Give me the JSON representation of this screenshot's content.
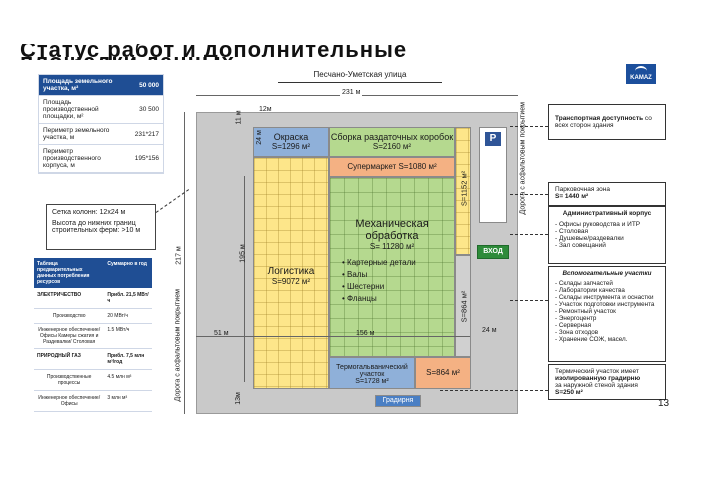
{
  "header": {
    "title_fragment": "Статус работ и дополнительные площадки данных"
  },
  "logo": {
    "text": "KAMAZ"
  },
  "street": {
    "top": "Песчано-Уметская улица"
  },
  "dimensions": {
    "width_total": "231 м",
    "height_total": "217 м",
    "inner_height": "195 м",
    "left_gap": "51 м",
    "inner_width": "156 м",
    "right_gap": "24 м",
    "top_gap": "11 м",
    "col_12": "12м",
    "col_24": "24 м",
    "bottom_gap": "13м"
  },
  "info_table": {
    "rows": [
      {
        "label": "Площадь земельного участка, м²",
        "value": "50 000"
      },
      {
        "label": "Площадь производственной площадки, м²",
        "value": "30 500"
      },
      {
        "label": "Периметр земельного участка, м",
        "value": "231*217"
      },
      {
        "label": "Периметр производственного корпуса, м",
        "value": "195*156"
      }
    ]
  },
  "grid_note": {
    "line1": "Сетка колонн: 12х24 м",
    "line2": "Высота до нижних границ строительных ферм: >10 м"
  },
  "utilities": {
    "headers": [
      "Таблица предварительных данных потребления ресурсов",
      "Суммарно в год"
    ],
    "rows": [
      {
        "label": "ЭЛЕКТРИЧЕСТВО",
        "value": "Прибл. 21,5 МВт/ч",
        "bold": true
      },
      {
        "label": "Производство",
        "value": "20 МВт/ч",
        "bold": false
      },
      {
        "label": "Инженерное обеспечение/Офисы Камеры сжатия и Раздевалки/ Столовая",
        "value": "1.5 МВт/ч",
        "bold": false
      },
      {
        "label": "ПРИРОДНЫЙ ГАЗ",
        "value": "Прибл. 7,5 млн м³/год",
        "bold": true
      },
      {
        "label": "Производственные процессы",
        "value": "4.5 млн м³",
        "bold": false
      },
      {
        "label": "Инженерное обеспечение/Офисы",
        "value": "3 млн м³",
        "bold": false
      }
    ]
  },
  "zones": {
    "painting": "Окраска",
    "painting_area": "S=1296 м²",
    "transfer_box": "Сборка раздаточных коробок",
    "transfer_box_area": "S=2160 м²",
    "supermarket": "Супермаркет",
    "supermarket_area": "S=1080 м²",
    "right_strip": "S=1152 м²",
    "machining_1": "Механическая",
    "machining_2": "обработка",
    "machining_area": "S= 11280 м²",
    "machining_items": [
      "Картерные детали",
      "Валы",
      "Шестерни",
      "Фланцы"
    ],
    "logistics": "Логистика",
    "logistics_area": "S=9072 м²",
    "right_lower": "S=864 м²",
    "thermo": "Термогальванический участок",
    "thermo_area": "S=1728 м²",
    "small_orange": "S=864 м²",
    "cooling_tower": "Градирня",
    "parking_icon": "P",
    "entrance": "ВХОД",
    "road_right": "Дорога с асфальтовым покрытием",
    "road_left": "Дорога с асфальтовым покрытием"
  },
  "right_panel": {
    "transport": {
      "title": "Транспортная доступность",
      "text": "со всех сторон здания"
    },
    "parking": {
      "line1": "Парковочная зона",
      "line2": "S= 1440 м²"
    },
    "admin": {
      "title": "Административный корпус",
      "items": [
        "- Офисы руководства и ИТР",
        "- Столовая",
        "- Душевые/раздевалки",
        "- Зал совещаний"
      ]
    },
    "aux": {
      "title": "Вспомогательные участки",
      "items": [
        "- Склады запчастей",
        "- Лаборатории качества",
        "- Склады инструмента и оснастки",
        "- Участок подготовки инструмента",
        "- Ремонтный участок",
        "- Энергоцентр",
        "- Серверная",
        "- Зона отходов",
        "- Хранение СОЖ, масел."
      ]
    },
    "thermal": {
      "line1": "Термический участок имеет",
      "line2": "изолированную градирню",
      "line3": "за наружной стеной здания",
      "line4": "S=250 м²"
    }
  },
  "page_number": "13"
}
